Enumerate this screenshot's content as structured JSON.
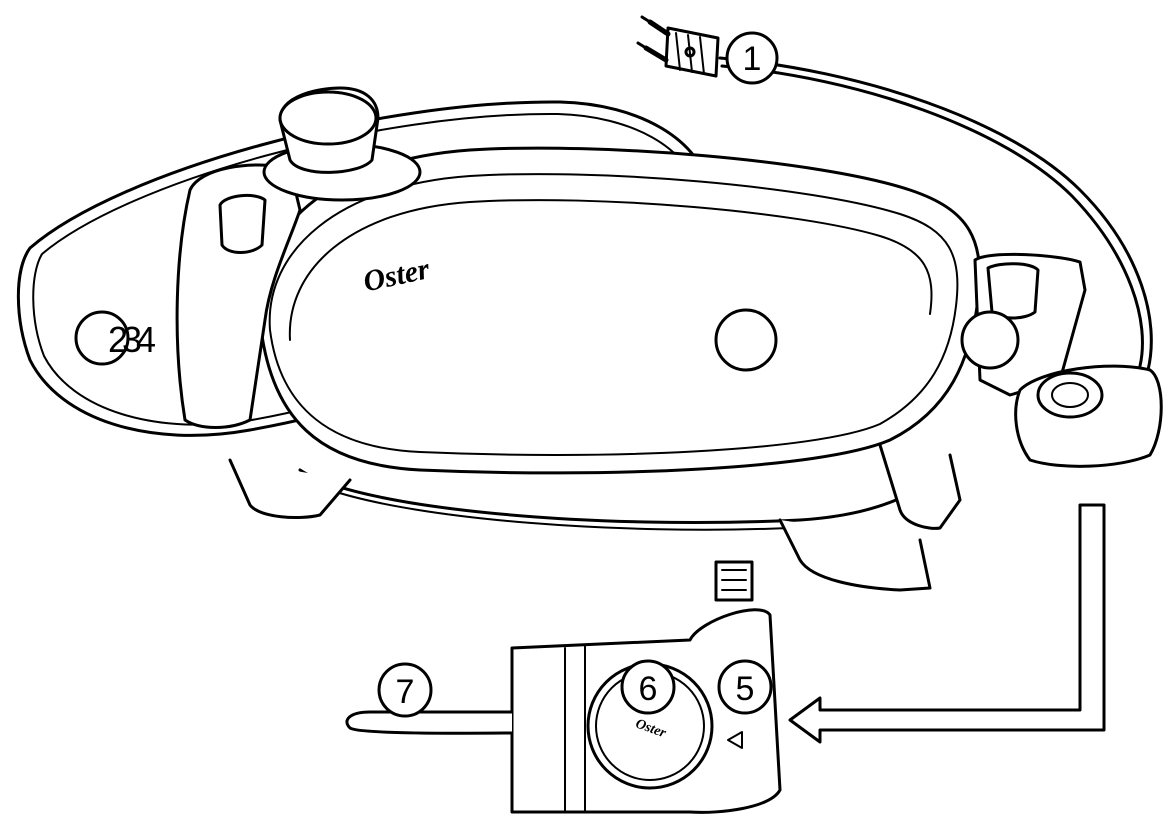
{
  "brand": {
    "logo_text": "Oster"
  },
  "callouts": {
    "c1": "1",
    "c234": "2 3 4",
    "c5": "5",
    "c6": "6",
    "c7": "7"
  },
  "colors": {
    "line": "#000000",
    "background": "#ffffff"
  }
}
